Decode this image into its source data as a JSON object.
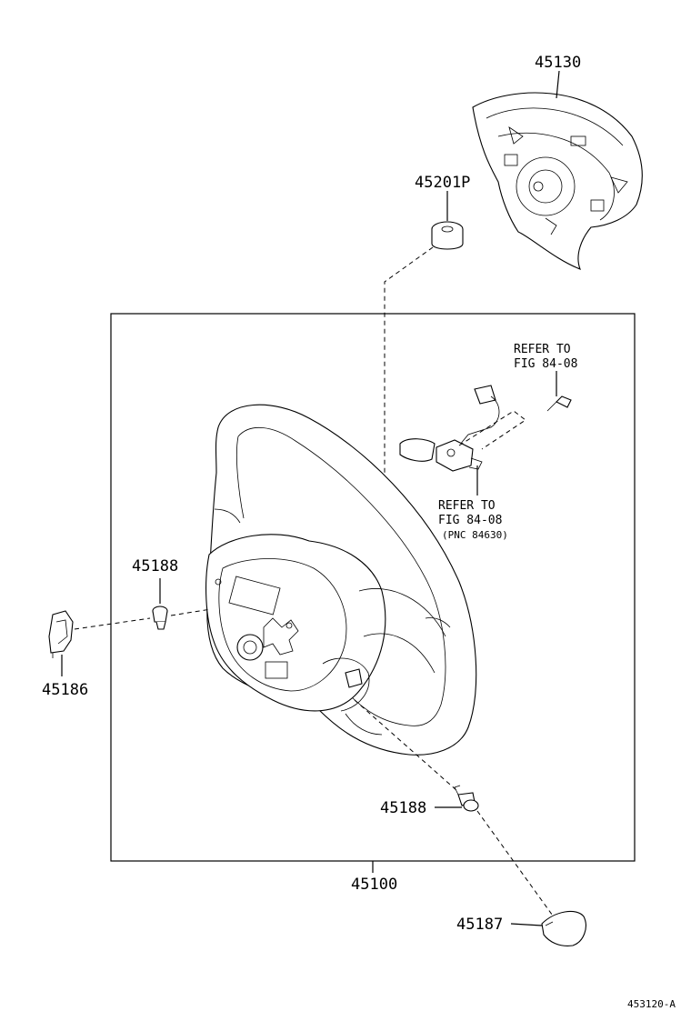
{
  "parts": {
    "airbag_pad": "45130",
    "nut": "45201P",
    "wheel_assembly": "45100",
    "screw_left": "45188",
    "screw_lower": "45188",
    "cover_left": "45186",
    "cover_lower": "45187"
  },
  "refs": {
    "ref_upper_line1": "REFER TO",
    "ref_upper_line2": "FIG 84-08",
    "ref_lower_line1": "REFER TO",
    "ref_lower_line2": "FIG 84-08",
    "ref_lower_line3": "(PNC 84630)"
  },
  "figure_code": "453120-A"
}
